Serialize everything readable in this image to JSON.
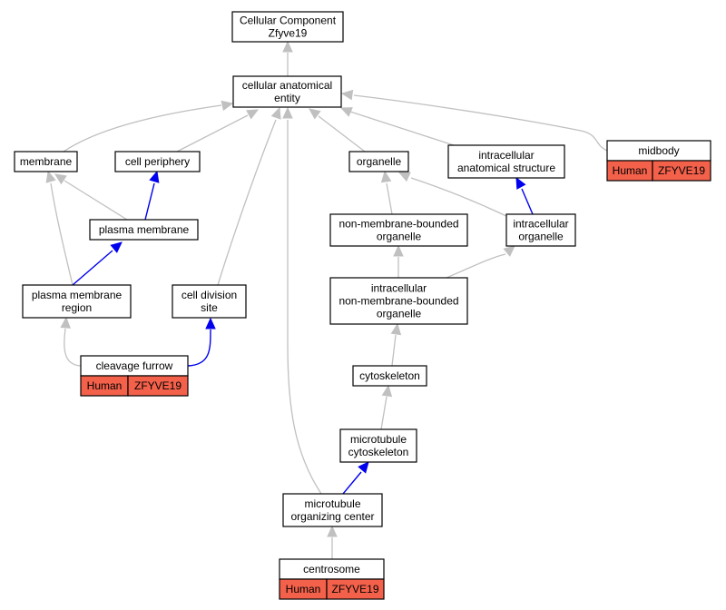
{
  "nodes": {
    "root": {
      "lines": [
        "Cellular Component",
        "Zfyve19"
      ]
    },
    "cae": {
      "lines": [
        "cellular anatomical",
        "entity"
      ]
    },
    "membrane": {
      "lines": [
        "membrane"
      ]
    },
    "cell_periphery": {
      "lines": [
        "cell periphery"
      ]
    },
    "organelle": {
      "lines": [
        "organelle"
      ]
    },
    "ias": {
      "lines": [
        "intracellular",
        "anatomical structure"
      ]
    },
    "midbody": {
      "lines": [
        "midbody"
      ],
      "annotation": {
        "species": "Human",
        "gene": "ZFYVE19"
      }
    },
    "plasma_membrane": {
      "lines": [
        "plasma membrane"
      ]
    },
    "nmbo": {
      "lines": [
        "non-membrane-bounded",
        "organelle"
      ]
    },
    "intracellular_organelle": {
      "lines": [
        "intracellular",
        "organelle"
      ]
    },
    "pmr": {
      "lines": [
        "plasma membrane",
        "region"
      ]
    },
    "cds": {
      "lines": [
        "cell division",
        "site"
      ]
    },
    "inmbo": {
      "lines": [
        "intracellular",
        "non-membrane-bounded",
        "organelle"
      ]
    },
    "cleavage_furrow": {
      "lines": [
        "cleavage furrow"
      ],
      "annotation": {
        "species": "Human",
        "gene": "ZFYVE19"
      }
    },
    "cytoskeleton": {
      "lines": [
        "cytoskeleton"
      ]
    },
    "mt_cytoskeleton": {
      "lines": [
        "microtubule",
        "cytoskeleton"
      ]
    },
    "mtoc": {
      "lines": [
        "microtubule",
        "organizing center"
      ]
    },
    "centrosome": {
      "lines": [
        "centrosome"
      ],
      "annotation": {
        "species": "Human",
        "gene": "ZFYVE19"
      }
    }
  },
  "edges": [
    {
      "from": "cae",
      "to": "root",
      "type": "is_a"
    },
    {
      "from": "membrane",
      "to": "cae",
      "type": "is_a"
    },
    {
      "from": "cell_periphery",
      "to": "cae",
      "type": "is_a"
    },
    {
      "from": "organelle",
      "to": "cae",
      "type": "is_a"
    },
    {
      "from": "ias",
      "to": "cae",
      "type": "is_a"
    },
    {
      "from": "midbody",
      "to": "cae",
      "type": "is_a"
    },
    {
      "from": "plasma_membrane",
      "to": "membrane",
      "type": "is_a"
    },
    {
      "from": "plasma_membrane",
      "to": "cell_periphery",
      "type": "part_of"
    },
    {
      "from": "nmbo",
      "to": "organelle",
      "type": "is_a"
    },
    {
      "from": "intracellular_organelle",
      "to": "organelle",
      "type": "is_a"
    },
    {
      "from": "intracellular_organelle",
      "to": "ias",
      "type": "part_of"
    },
    {
      "from": "pmr",
      "to": "membrane",
      "type": "is_a"
    },
    {
      "from": "pmr",
      "to": "plasma_membrane",
      "type": "part_of"
    },
    {
      "from": "cds",
      "to": "cae",
      "type": "is_a"
    },
    {
      "from": "inmbo",
      "to": "nmbo",
      "type": "is_a"
    },
    {
      "from": "inmbo",
      "to": "intracellular_organelle",
      "type": "is_a"
    },
    {
      "from": "cleavage_furrow",
      "to": "pmr",
      "type": "is_a"
    },
    {
      "from": "cleavage_furrow",
      "to": "cds",
      "type": "part_of"
    },
    {
      "from": "cytoskeleton",
      "to": "inmbo",
      "type": "is_a"
    },
    {
      "from": "mt_cytoskeleton",
      "to": "cytoskeleton",
      "type": "is_a"
    },
    {
      "from": "mtoc",
      "to": "mt_cytoskeleton",
      "type": "part_of"
    },
    {
      "from": "mtoc",
      "to": "cae",
      "type": "is_a"
    },
    {
      "from": "centrosome",
      "to": "mtoc",
      "type": "is_a"
    }
  ],
  "colors": {
    "is_a": "#c0c0c0",
    "part_of": "#0000ee",
    "annotation_fill": "#f4614b",
    "node_fill": "#ffffff",
    "node_stroke": "#000000"
  }
}
